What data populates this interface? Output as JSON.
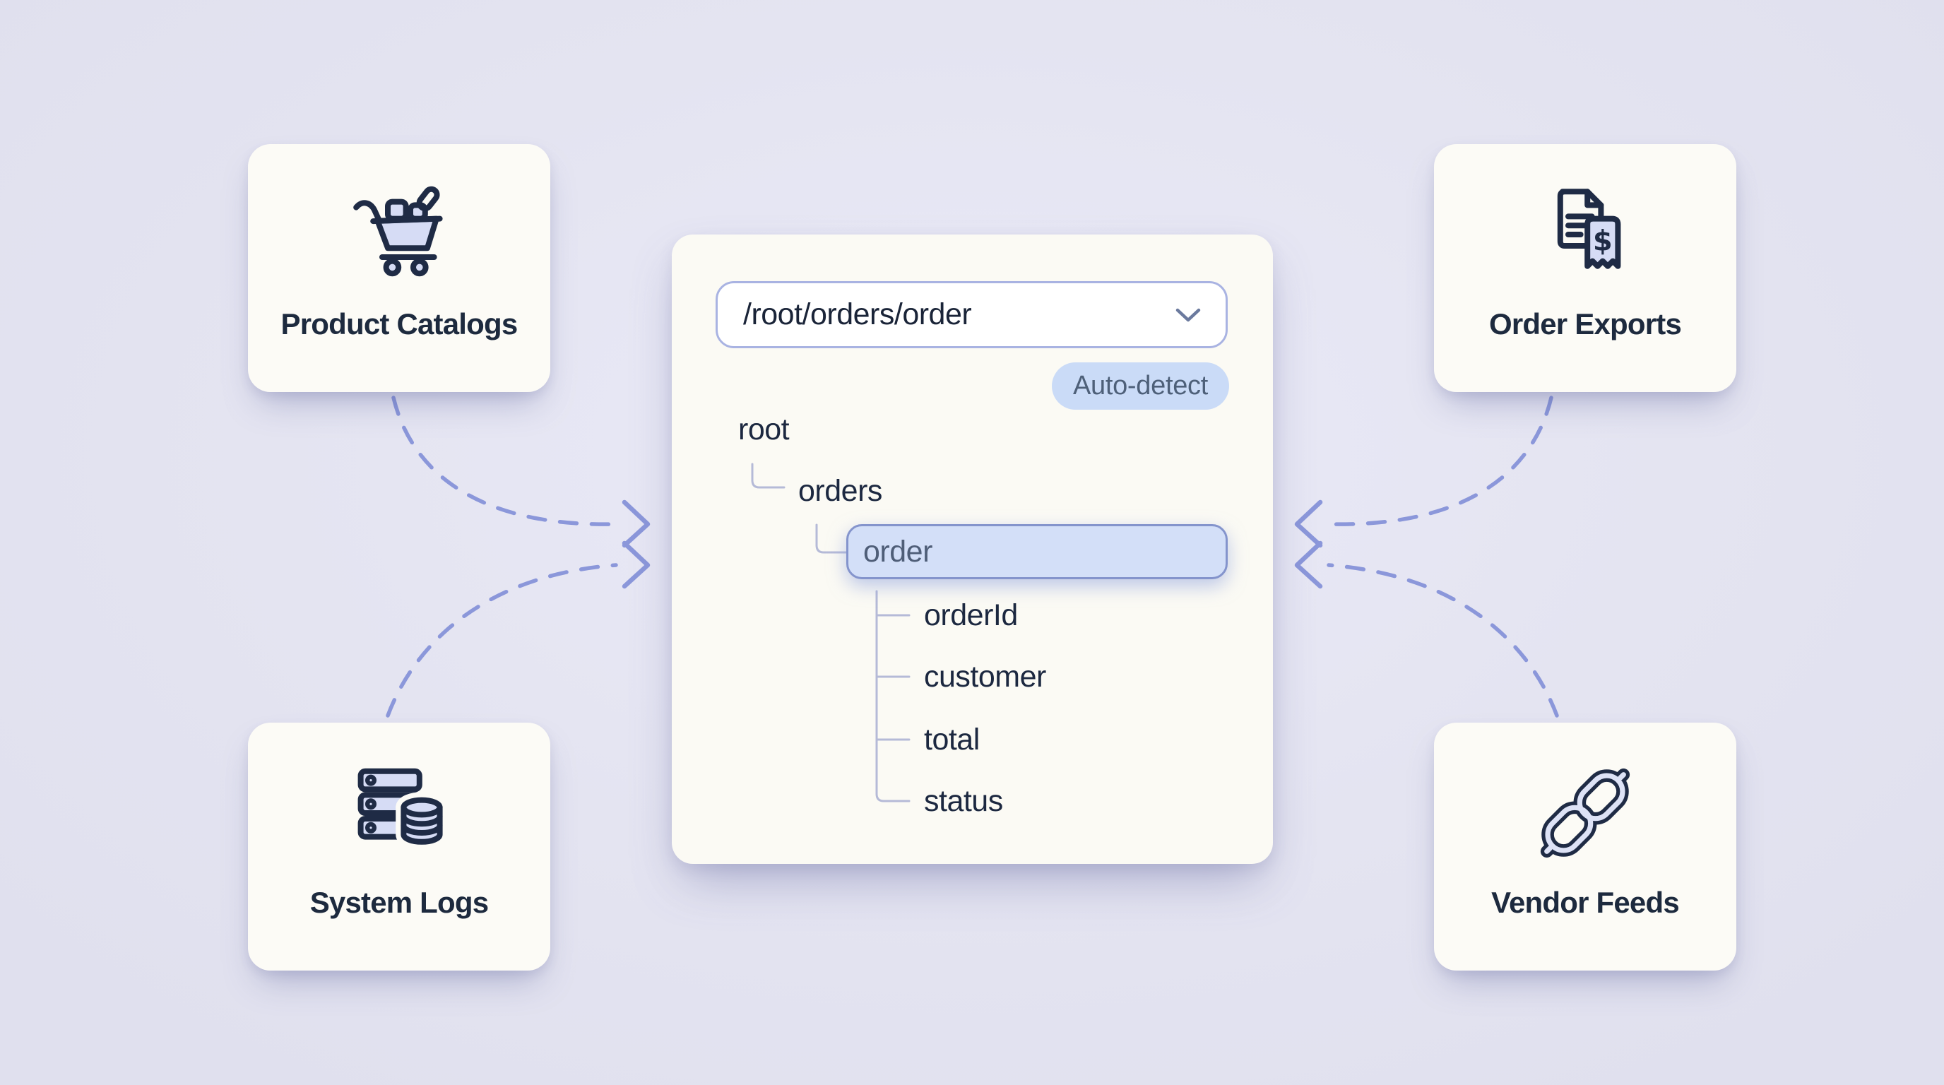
{
  "page": {
    "background": "#e4e4f1"
  },
  "cards": [
    {
      "label": "Product Catalogs",
      "icon": "shopping-cart"
    },
    {
      "label": "Order Exports",
      "icon": "invoice-receipt"
    },
    {
      "label": "System Logs",
      "icon": "server-database"
    },
    {
      "label": "Vendor Feeds",
      "icon": "chain-link"
    }
  ],
  "mapper": {
    "path_selector": {
      "value": "/root/orders/order"
    },
    "badge": {
      "label": "Auto-detect"
    },
    "tree": {
      "root": "root",
      "child": "orders",
      "selected": "order",
      "fields": [
        "orderId",
        "customer",
        "total",
        "status"
      ]
    }
  },
  "colors": {
    "background": "#e4e4f1",
    "panel": "#fbfaf4",
    "card": "#fcfbf6",
    "navy_text": "#1d2a3e",
    "slate_text": "#4f5e78",
    "arrow": "#8b97da",
    "connector": "#b5bad7",
    "selected_fill": "#d3dff8",
    "selected_border": "#8494cc",
    "badge_fill": "#cadbf7",
    "badge_text": "#4e6079",
    "input_border": "#a9b3e2"
  }
}
